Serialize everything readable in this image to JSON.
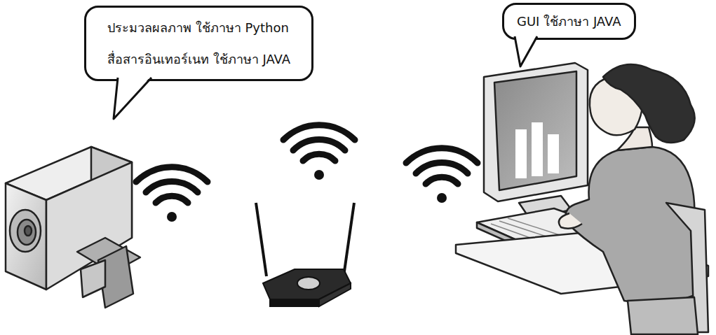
{
  "diagram": {
    "nodes": [
      {
        "text": [
          "ประมวลผลภาพ ใช้ภาษา Python",
          "สื่อสารอินเทอร์เนท ใช้ภาษา JAVA"
        ]
      },
      {
        "text": [
          "GUI ใช้ภาษา JAVA"
        ]
      }
    ]
  }
}
